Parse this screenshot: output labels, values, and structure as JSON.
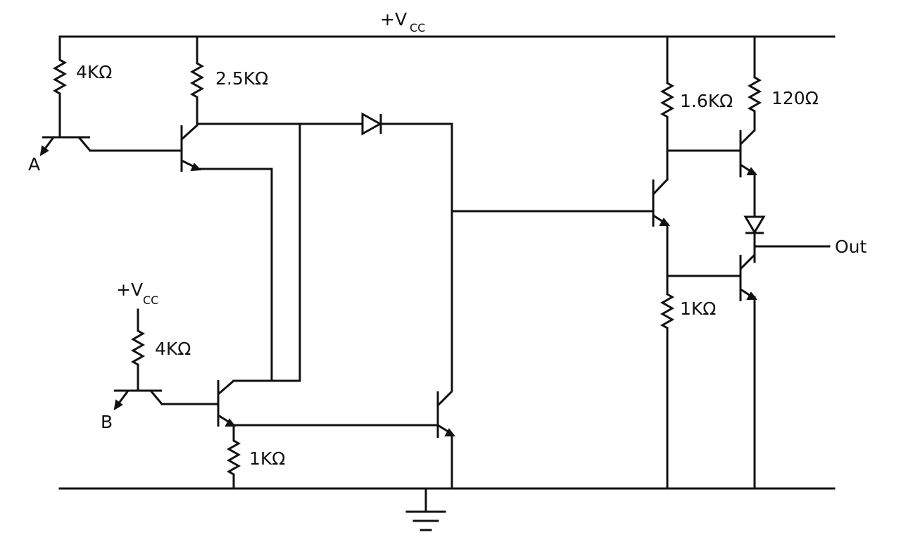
{
  "supply": {
    "main_plus": "+",
    "main_v": "V",
    "main_sub": "CC",
    "local_plus": "+",
    "local_v": "V",
    "local_sub": "CC"
  },
  "resistors": {
    "r_a_input": "4KΩ",
    "r_q1_collector": "2.5KΩ",
    "r_b_input": "4KΩ",
    "r_q2_emitter": "1KΩ",
    "r_q4_collector": "1.6KΩ",
    "r_q5_collector": "120Ω",
    "r_q4_emitter": "1KΩ"
  },
  "terminals": {
    "input_a": "A",
    "input_b": "B",
    "output": "Out"
  },
  "colors": {
    "ink": "#111111",
    "background": "#ffffff"
  }
}
